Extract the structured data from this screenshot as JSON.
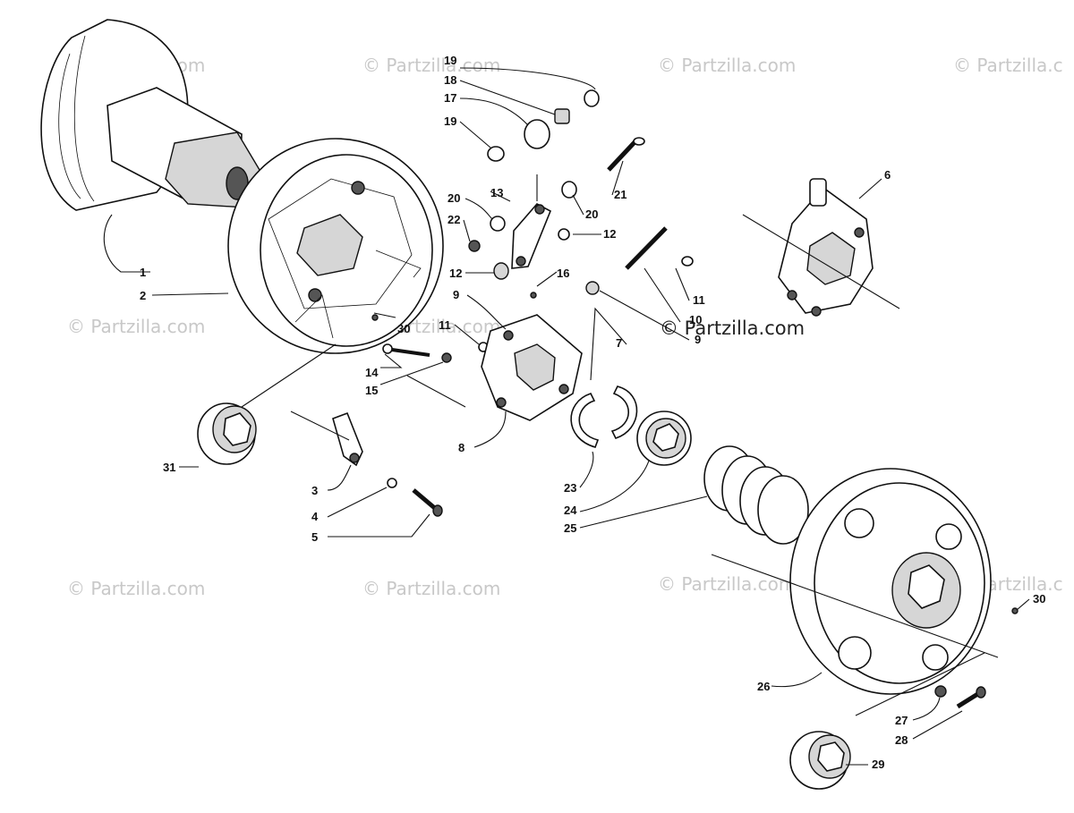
{
  "watermarks": [
    "© Partzilla.com",
    "© Partzilla.com",
    "© Partzilla.com",
    "© Partzilla.c",
    "© Partzilla.com",
    "© Partzilla.com",
    "© Partzilla.com",
    "© Partzilla.com",
    "© Partzilla.com",
    "© Partzilla.com",
    "© Partzilla.c"
  ],
  "labels": {
    "l1": "1",
    "l2": "2",
    "l3": "3",
    "l4": "4",
    "l5": "5",
    "l6": "6",
    "l7": "7",
    "l8": "8",
    "l9a": "9",
    "l9b": "9",
    "l10": "10",
    "l11a": "11",
    "l11b": "11",
    "l12a": "12",
    "l12b": "12",
    "l13": "13",
    "l14": "14",
    "l15": "15",
    "l16": "16",
    "l17": "17",
    "l18": "18",
    "l19a": "19",
    "l19b": "19",
    "l20a": "20",
    "l20b": "20",
    "l21": "21",
    "l22": "22",
    "l23": "23",
    "l24": "24",
    "l25": "25",
    "l26": "26",
    "l27": "27",
    "l28": "28",
    "l29": "29",
    "l30a": "30",
    "l30b": "30",
    "l31": "31"
  }
}
